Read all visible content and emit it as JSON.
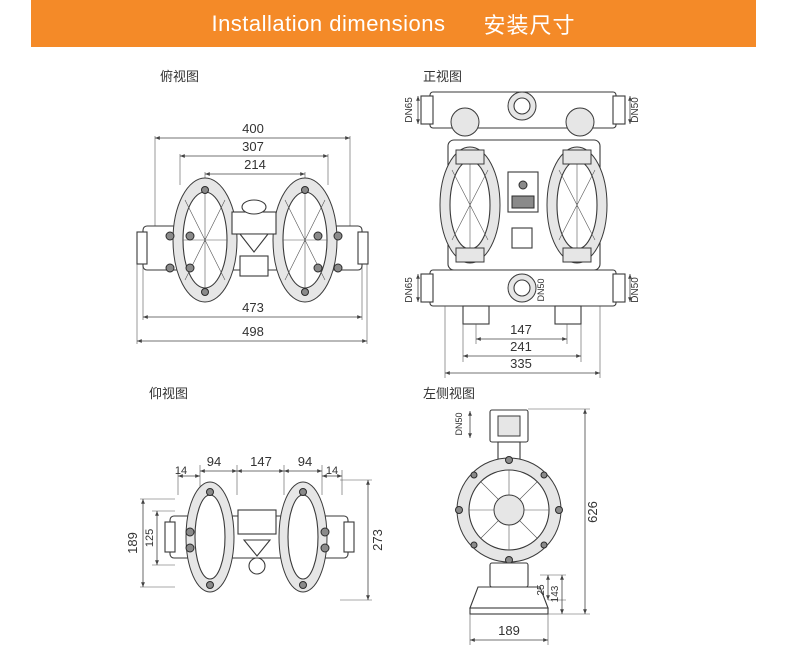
{
  "header": {
    "title_en": "Installation dimensions",
    "title_zh": "安装尺寸"
  },
  "views": {
    "top": {
      "label": "俯视图",
      "dims": {
        "d400": "400",
        "d307": "307",
        "d214": "214",
        "d473": "473",
        "d498": "498"
      }
    },
    "front": {
      "label": "正视图",
      "dims": {
        "dn65_top": "DN65",
        "dn50_top": "DN50",
        "dn65_bottom": "DN65",
        "dn50_center": "DN50",
        "dn50_bottom": "DN50",
        "d147": "147",
        "d241": "241",
        "d335": "335"
      }
    },
    "bottom": {
      "label": "仰视图",
      "dims": {
        "d14_left": "14",
        "d94_left": "94",
        "d147": "147",
        "d94_right": "94",
        "d14_right": "14",
        "d189": "189",
        "d125": "125",
        "d273": "273"
      }
    },
    "left": {
      "label": "左侧视图",
      "dims": {
        "dn50": "DN50",
        "d626": "626",
        "d25": "25",
        "d143": "143",
        "d189": "189"
      }
    }
  }
}
